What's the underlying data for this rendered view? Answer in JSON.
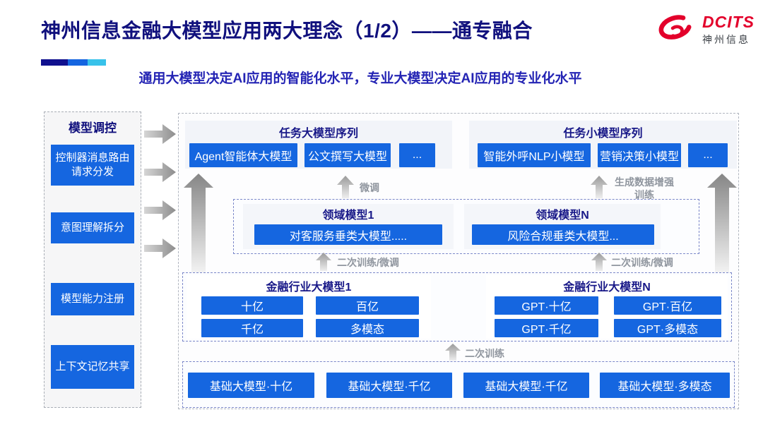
{
  "header": {
    "title": "神州信息金融大模型应用两大理念（1/2）——通专融合",
    "subtitle": "通用大模型决定AI应用的智能化水平，专业大模型决定AI应用的专业化水平",
    "logo_text": "DCITS",
    "logo_subtext": "神州信息"
  },
  "colors": {
    "accent_blue": "#1566E0",
    "title_navy": "#10107D",
    "subtitle_blue": "#2424B4",
    "logo_red": "#E3002B",
    "bar_segments": [
      "#10108E",
      "#1565E0",
      "#38C2EA"
    ],
    "arrow_gray": "#9A9A9A",
    "label_gray": "#8F959E"
  },
  "sidebar": {
    "header": "模型调控",
    "items": [
      "控制器消息路由请求分发",
      "意图理解拆分",
      "模型能力注册",
      "上下文记忆共享"
    ]
  },
  "task_groups": [
    {
      "title": "任务大模型序列",
      "items": [
        "Agent智能体大模型",
        "公文撰写大模型",
        "..."
      ]
    },
    {
      "title": "任务小模型序列",
      "items": [
        "智能外呼NLP小模型",
        "营销决策小模型",
        "..."
      ]
    }
  ],
  "flow_labels": {
    "fine_tune": "微调",
    "gen_data_train": "生成数据增强训练",
    "retrain_finetune_left": "二次训练/微调",
    "retrain_finetune_right": "二次训练/微调",
    "retrain": "二次训练"
  },
  "domain_groups": [
    {
      "title": "领域模型1",
      "model": "对客服务垂类大模型....."
    },
    {
      "title": "领域模型N",
      "model": "风险合规垂类大模型..."
    }
  ],
  "industry_groups": [
    {
      "title": "金融行业大模型1",
      "items": [
        "十亿",
        "百亿",
        "千亿",
        "多模态"
      ]
    },
    {
      "title": "金融行业大模型N",
      "items": [
        "GPT·十亿",
        "GPT·百亿",
        "GPT·千亿",
        "GPT·多模态"
      ]
    }
  ],
  "base_models": [
    "基础大模型·十亿",
    "基础大模型·千亿",
    "基础大模型·千亿",
    "基础大模型·多模态"
  ]
}
